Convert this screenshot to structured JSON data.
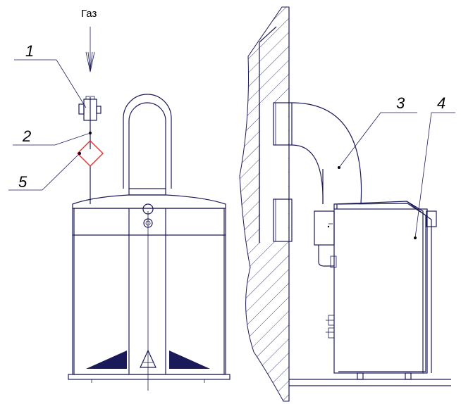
{
  "labels": {
    "gas": "Газ",
    "l1": "1",
    "l2": "2",
    "l3": "3",
    "l4": "4",
    "l5": "5"
  },
  "colors": {
    "line": "#1a1a5a",
    "filter": "#e03030",
    "text": "#000000"
  }
}
